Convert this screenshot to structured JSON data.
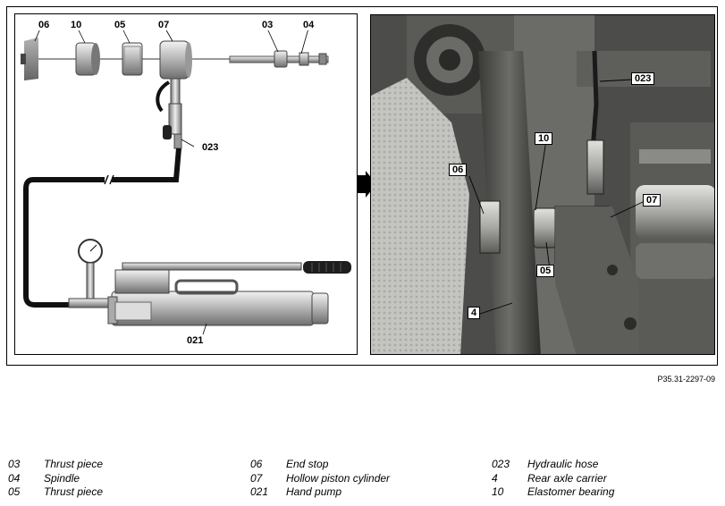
{
  "callouts_left": {
    "c06": "06",
    "c10": "10",
    "c05": "05",
    "c07": "07",
    "c03": "03",
    "c04": "04",
    "c023": "023",
    "c021": "021"
  },
  "callouts_right": {
    "c023": "023",
    "c10": "10",
    "c06": "06",
    "c07": "07",
    "c05": "05",
    "c4": "4"
  },
  "figure_ref": "P35.31-2297-09",
  "legend": {
    "col1": [
      {
        "code": "03",
        "label": "Thrust piece"
      },
      {
        "code": "04",
        "label": "Spindle"
      },
      {
        "code": "05",
        "label": "Thrust piece"
      }
    ],
    "col2": [
      {
        "code": "06",
        "label": "End stop"
      },
      {
        "code": "07",
        "label": "Hollow piston cylinder"
      },
      {
        "code": "021",
        "label": "Hand pump"
      }
    ],
    "col3": [
      {
        "code": "023",
        "label": "Hydraulic hose"
      },
      {
        "code": "4",
        "label": "Rear axle carrier"
      },
      {
        "code": "10",
        "label": "Elastomer bearing"
      }
    ]
  },
  "colors": {
    "photo_dark": "#3f3f3d",
    "photo_mid": "#8a8a86",
    "heat_shield": "#c9c9c5"
  },
  "icons": {
    "arrow": "right-pointing-arrow-icon"
  }
}
